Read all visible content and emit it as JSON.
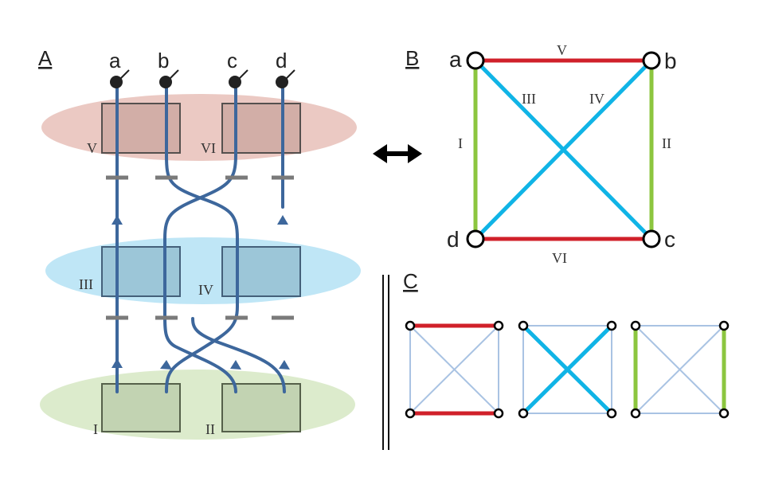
{
  "panels": {
    "a": "A",
    "b": "B",
    "c": "C"
  },
  "wires": [
    "a",
    "b",
    "c",
    "d"
  ],
  "boxes": [
    "V",
    "VI",
    "III",
    "IV",
    "I",
    "II"
  ],
  "graph": {
    "vertices": [
      "a",
      "b",
      "c",
      "d"
    ],
    "edges": {
      "top": "V",
      "bottom": "VI",
      "left": "I",
      "right": "II",
      "diag_ac": "III",
      "diag_bd": "IV"
    }
  },
  "colors": {
    "red": "#d0202a",
    "cyan": "#10b4e6",
    "green": "#8cc63f",
    "wire": "#3d679c",
    "thin_edge": "#a9c3e3",
    "band_red": "#ebc9c3",
    "band_blue": "#bfe6f6",
    "band_green": "#dcebcc"
  },
  "icons": [
    "double-arrow-icon",
    "detector-icon"
  ]
}
